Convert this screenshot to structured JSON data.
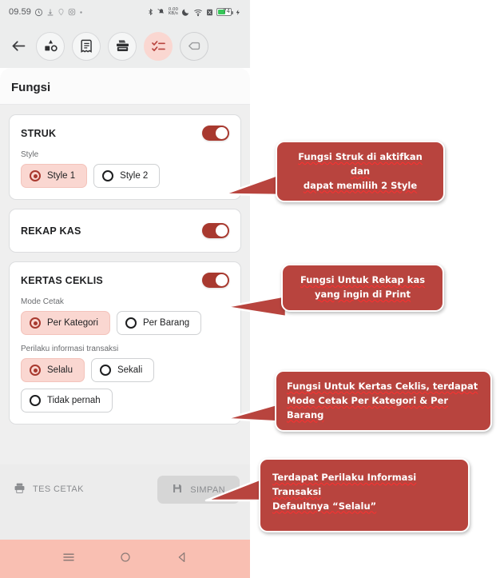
{
  "statusbar": {
    "time": "09.59",
    "left_icons": [
      "clock-icon",
      "download-speed-icon",
      "location-icon",
      "instagram-icon",
      "dot-icon"
    ],
    "right_icons": [
      "bluetooth-icon",
      "mute-icon",
      "network-speed-icon",
      "do-not-disturb-icon",
      "wifi-icon",
      "sim-icon",
      "battery-icon",
      "charging-icon"
    ],
    "network_speed": "0.00 KB/s",
    "battery_level": "74"
  },
  "toolbar": {
    "back": "back-arrow-icon",
    "items": [
      {
        "name": "shapes-icon",
        "active": false
      },
      {
        "name": "receipt-icon",
        "active": false
      },
      {
        "name": "cash-register-icon",
        "active": false
      },
      {
        "name": "checklist-icon",
        "active": true
      },
      {
        "name": "tag-icon",
        "active": false
      }
    ]
  },
  "sheet": {
    "title": "Fungsi"
  },
  "cards": [
    {
      "id": "struk",
      "title": "STRUK",
      "toggle_on": true,
      "groups": [
        {
          "label": "Style",
          "options": [
            {
              "label": "Style 1",
              "selected": true
            },
            {
              "label": "Style 2",
              "selected": false
            }
          ]
        }
      ]
    },
    {
      "id": "rekap-kas",
      "title": "REKAP KAS",
      "toggle_on": true,
      "groups": []
    },
    {
      "id": "kertas-ceklis",
      "title": "KERTAS CEKLIS",
      "toggle_on": true,
      "groups": [
        {
          "label": "Mode Cetak",
          "options": [
            {
              "label": "Per Kategori",
              "selected": true
            },
            {
              "label": "Per Barang",
              "selected": false
            }
          ]
        },
        {
          "label": "Perilaku informasi transaksi",
          "options": [
            {
              "label": "Selalu",
              "selected": true
            },
            {
              "label": "Sekali",
              "selected": false
            },
            {
              "label": "Tidak pernah",
              "selected": false
            }
          ]
        }
      ]
    }
  ],
  "actions": {
    "test_print": "TES CETAK",
    "test_print_icon": "printer-icon",
    "save": "SIMPAN",
    "save_icon": "save-disk-icon"
  },
  "navbar": {
    "menu": "menu-icon",
    "home": "home-circle-icon",
    "back": "back-triangle-icon"
  },
  "callouts": [
    {
      "id": "callout-struk",
      "line1": "Fungsi Struk di aktifkan dan",
      "line2": "dapat memilih 2 Style"
    },
    {
      "id": "callout-rekap-kas",
      "line1": "Fungsi Untuk Rekap kas",
      "line2": "yang ingin di Print"
    },
    {
      "id": "callout-kertas-ceklis",
      "line1": "Fungsi Untuk Kertas Ceklis, terdapat",
      "line2": "Mode Cetak Per Kategori & Per Barang"
    },
    {
      "id": "callout-perilaku",
      "line1": "Terdapat Perilaku Informasi Transaksi",
      "line2": "Defaultnya “Selalu”"
    }
  ],
  "colors": {
    "brand_red": "#a8392f",
    "callout_red": "#b8443e",
    "chip_selected_bg": "#fad7d1",
    "navbar_pink": "#f9bfb2"
  }
}
